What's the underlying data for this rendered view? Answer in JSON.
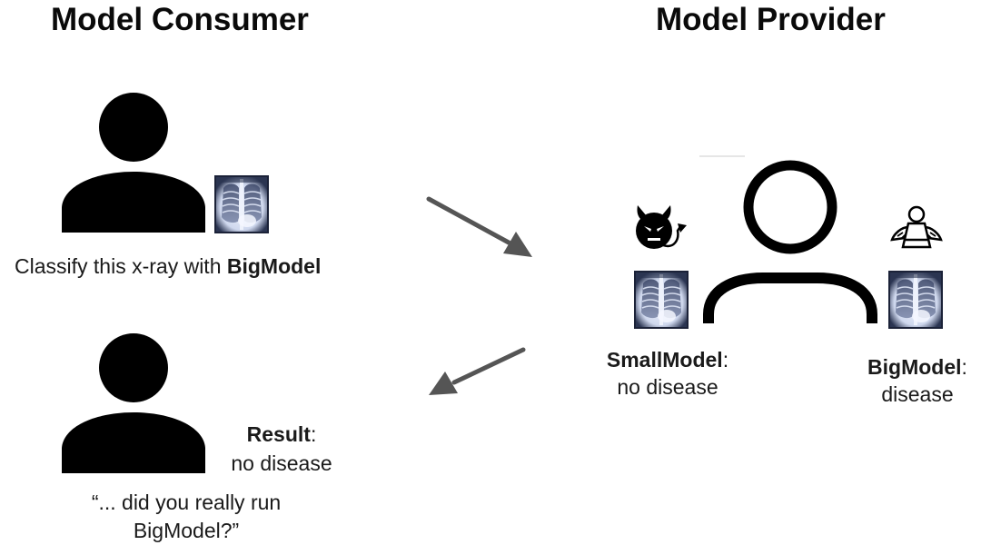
{
  "headings": {
    "consumer": "Model Consumer",
    "provider": "Model Provider"
  },
  "consumer": {
    "request": {
      "prefix": "Classify this x-ray with ",
      "model": "BigModel"
    },
    "result": {
      "label": "Result",
      "colon": ":",
      "value": "no disease"
    },
    "question": {
      "line1": "“... did you really run",
      "line2": "BigModel?”"
    }
  },
  "provider": {
    "small_model": {
      "name": "SmallModel",
      "colon": ":",
      "output": "no disease",
      "icon": "devil-icon"
    },
    "big_model": {
      "name": "BigModel",
      "colon": ":",
      "output": "disease",
      "icon": "angel-icon"
    }
  },
  "arrows": {
    "request": "request-arrow",
    "response": "response-arrow",
    "color": "#555555"
  },
  "colors": {
    "icon": "#000000",
    "text": "#1a1a1a"
  }
}
